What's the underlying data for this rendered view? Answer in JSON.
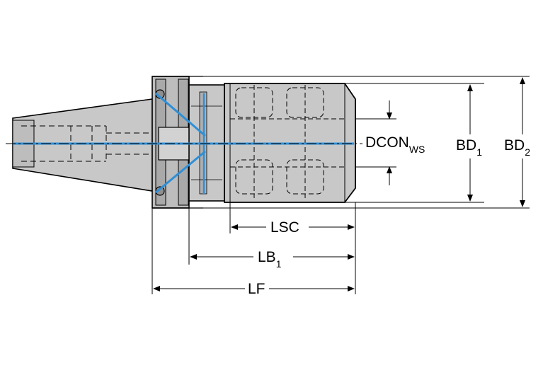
{
  "dimensions": {
    "dcon": {
      "main": "DCON",
      "sub": "WS"
    },
    "bd1": {
      "main": "BD",
      "sub": "1"
    },
    "bd2": {
      "main": "BD",
      "sub": "2"
    },
    "lsc": {
      "main": "LSC"
    },
    "lb1": {
      "main": "LB",
      "sub": "1"
    },
    "lf": {
      "main": "LF"
    }
  },
  "colors": {
    "body_fill": "#c8c8c8",
    "body_dark": "#8f8f8f",
    "line": "#000000",
    "coolant": "#2f8fd6"
  }
}
